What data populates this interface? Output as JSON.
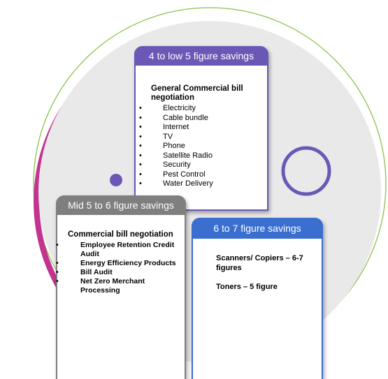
{
  "colors": {
    "purple": "#6b58b6",
    "gray": "#7f7f7f",
    "blue": "#3a6fd0",
    "magenta": "#c2348f",
    "green_outline": "#8cc04a",
    "circle_fill": "#e9e9ea"
  },
  "cards": [
    {
      "header": "4 to low 5 figure savings",
      "title": "General Commercial bill negotiation",
      "items": [
        "Electricity",
        "Cable bundle",
        "Internet",
        "TV",
        "Phone",
        "Satellite Radio",
        "Security",
        "Pest Control",
        "Water Delivery"
      ]
    },
    {
      "header": "Mid 5 to 6 figure savings",
      "title": "Commercial bill negotiation",
      "items": [
        "Employee Retention Credit Audit",
        "Energy Efficiency Products",
        "Bill Audit",
        "Net Zero Merchant Processing"
      ]
    },
    {
      "header": "6 to 7 figure savings",
      "lines": [
        "Scanners/ Copiers – 6-7 figures",
        "Toners – 5 figure"
      ]
    }
  ]
}
